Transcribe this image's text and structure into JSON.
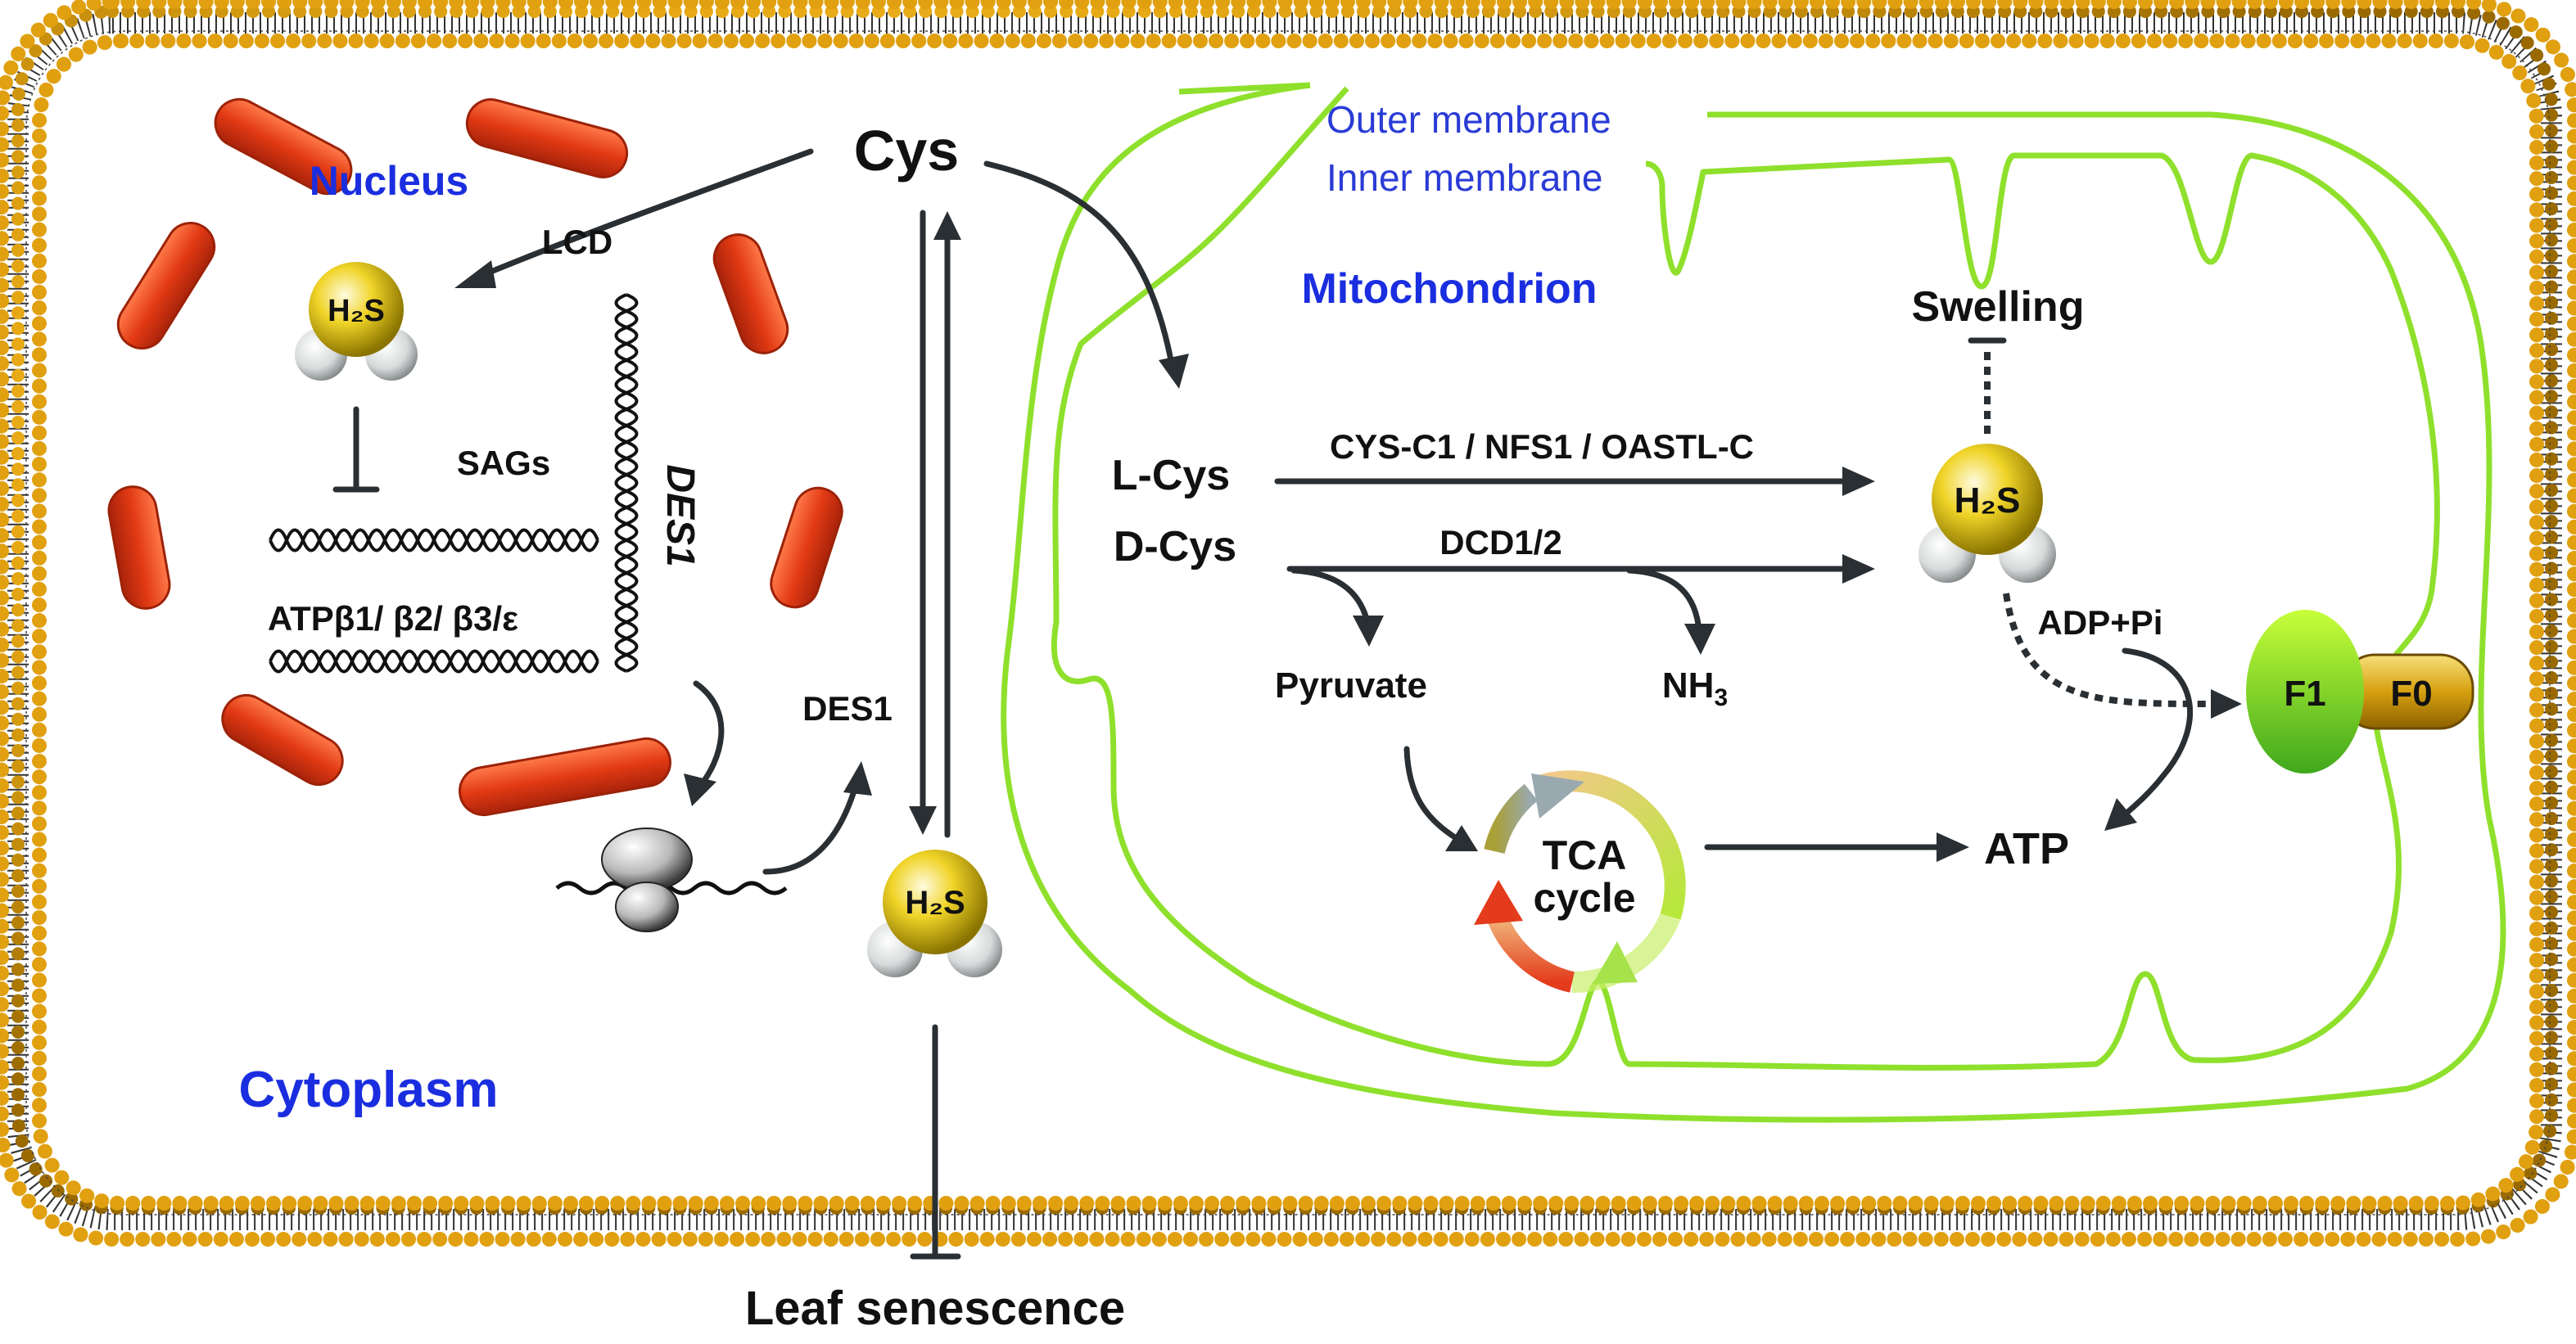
{
  "labels": {
    "nucleus": "Nucleus",
    "cytoplasm": "Cytoplasm",
    "mitochondrion": "Mitochondrion",
    "outer_membrane": "Outer membrane",
    "inner_membrane": "Inner membrane",
    "cys": "Cys",
    "lcd": "LCD",
    "h2s_nucleus": "H₂S",
    "sags": "SAGs",
    "des1_gene": "DES1",
    "atp_genes": "ATPβ1/ β2/ β3/ε",
    "des1_protein": "DES1",
    "h2s_cytoplasm": "H₂S",
    "leaf_senescence": "Leaf senescence",
    "l_cys": "L-Cys",
    "d_cys": "D-Cys",
    "enzymes_l": "CYS-C1 / NFS1 / OASTL-C",
    "enzymes_d": "DCD1/2",
    "h2s_mito": "H₂S",
    "swelling": "Swelling",
    "pyruvate": "Pyruvate",
    "nh3": "NH",
    "nh3_sub": "3",
    "tca_line1": "TCA",
    "tca_line2": "cycle",
    "adp_pi": "ADP+Pi",
    "atp": "ATP",
    "f1": "F1",
    "f0": "F0"
  },
  "colors": {
    "membrane_bead": "#e0a010",
    "nucleus_segment": "#e2401c",
    "mitochondrion_membrane": "#8fe02c",
    "label_blue": "#1a2ee0",
    "arrow": "#2a2f33",
    "h2s_sphere": "#e8cc20",
    "f1_green": "#7ccc2a",
    "f0_gold": "#d7a510"
  }
}
